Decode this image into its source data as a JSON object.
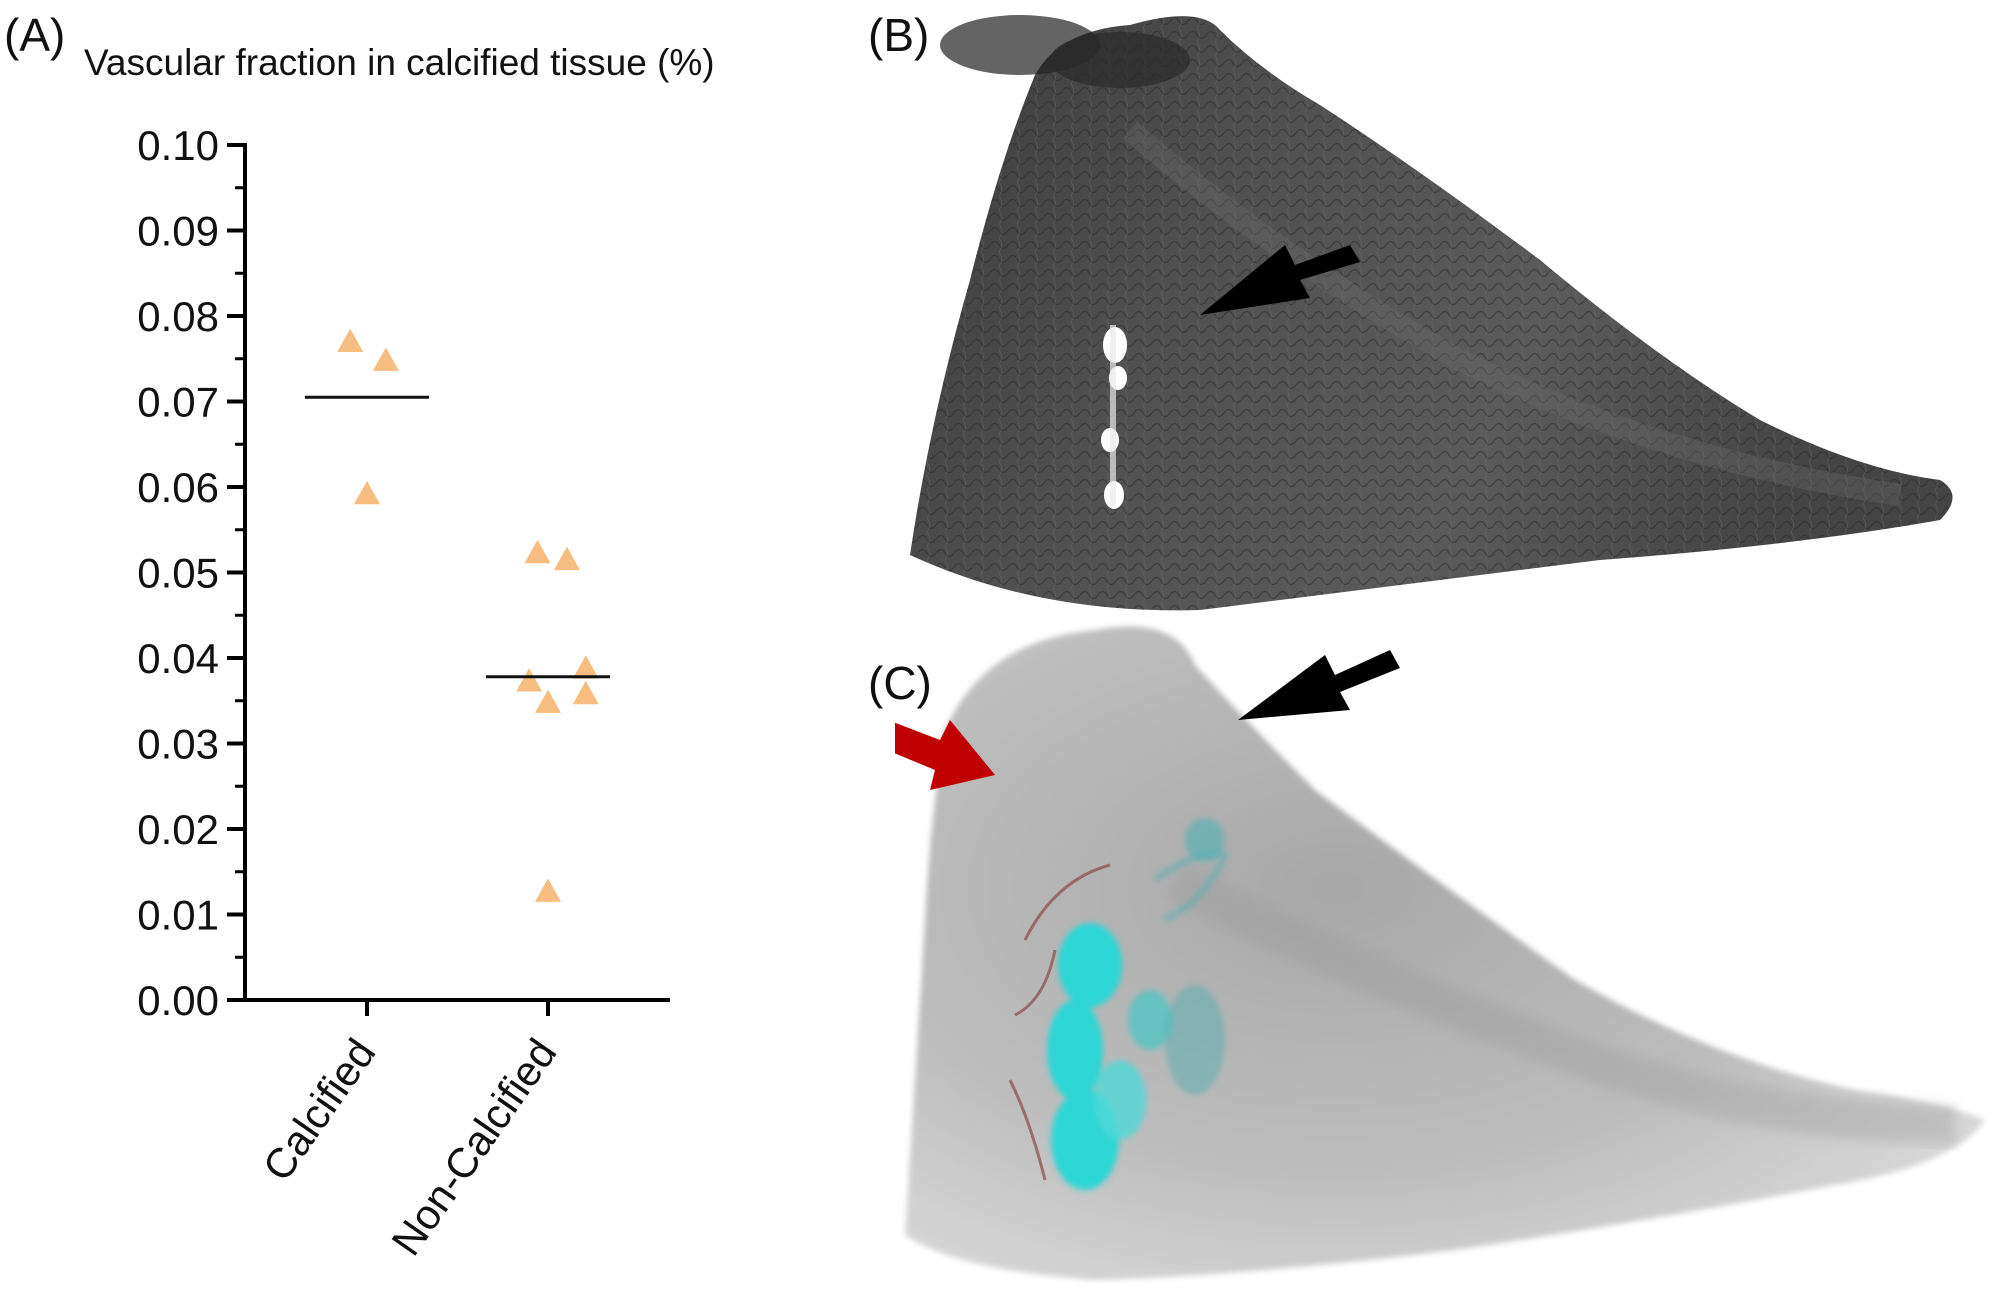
{
  "panels": {
    "a_label": "(A)",
    "b_label": "(B)",
    "c_label": "(C)"
  },
  "chart_data": {
    "type": "scatter",
    "title": "Vascular fraction in calcified tissue  (%)",
    "xlabel": "",
    "ylabel": "",
    "categories": [
      "Calcified",
      "Non-Calcified"
    ],
    "ylim": [
      0,
      0.1
    ],
    "yticks": [
      "0.00",
      "0.01",
      "0.02",
      "0.03",
      "0.04",
      "0.05",
      "0.06",
      "0.07",
      "0.08",
      "0.09",
      "0.10"
    ],
    "grid": false,
    "marker": "triangle",
    "marker_color": "#f7bd80",
    "median_line_color": "#111111",
    "groups": [
      {
        "category": "Calcified",
        "points": [
          {
            "offset": -0.4,
            "value": 0.077
          },
          {
            "offset": 0.45,
            "value": 0.0748
          },
          {
            "offset": 0.0,
            "value": 0.0592
          }
        ],
        "median": 0.0705
      },
      {
        "category": "Non-Calcified",
        "points": [
          {
            "offset": -0.45,
            "value": 0.0373
          },
          {
            "offset": -0.25,
            "value": 0.0523
          },
          {
            "offset": 0.45,
            "value": 0.0515
          },
          {
            "offset": 0.0,
            "value": 0.0348
          },
          {
            "offset": 0.9,
            "value": 0.0388
          },
          {
            "offset": 0.9,
            "value": 0.0358
          },
          {
            "offset": 0.0,
            "value": 0.0127
          }
        ],
        "median": 0.0378
      }
    ]
  },
  "images": {
    "b_description_icon": "tissue-grayscale-render",
    "c_description_icon": "tissue-3d-render-with-vessels",
    "arrow_black_color": "#000000",
    "arrow_red_color": "#c00000",
    "vessel_color": "#2fd6d6"
  }
}
